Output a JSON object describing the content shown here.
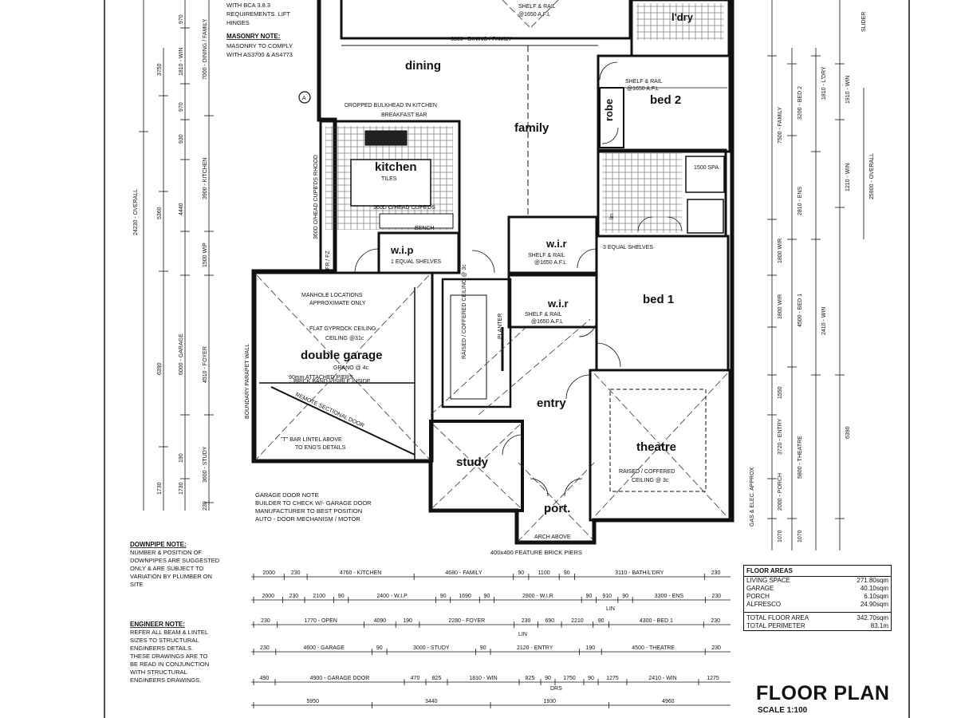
{
  "notes": {
    "top": [
      "WITH BCA 3.8.3",
      "REQUIREMENTS. LIFT",
      "HINGES"
    ],
    "masonry_title": "MASONRY NOTE:",
    "masonry": [
      "MASONRY TO COMPLY",
      "WITH AS3700 & AS4773"
    ],
    "downpipe_title": "DOWNPIPE NOTE:",
    "downpipe": [
      "NUMBER & POSITION OF",
      "DOWNPIPES ARE SUGGESTED",
      "ONLY & ARE SUBJECT TO",
      "VARIATION BY PLUMBER ON",
      "SITE"
    ],
    "engineer_title": "ENGINEER NOTE:",
    "engineer": [
      "REFER ALL BEAM & LINTEL",
      "SIZES TO STRUCTURAL",
      "ENGINEERS DETAILS.",
      "THESE DRAWINGS ARE TO",
      "BE READ IN CONJUNCTION",
      "WITH STRUCTURAL",
      "ENGINEERS DRAWINGS."
    ],
    "garage_door_title": "GARAGE DOOR NOTE",
    "garage_door": [
      "BUILDER TO CHECK W/- GARAGE DOOR",
      "MANUFACTURER TO BEST POSITION",
      "AUTO - DOOR MECHANISM / MOTOR"
    ],
    "piers": "400x400 FEATURE BRICK PIERS"
  },
  "rooms": {
    "dining": "dining",
    "family": "family",
    "kitchen": "kitchen",
    "wip": "w.i.p",
    "wip_sub": "1 EQUAL SHELVES",
    "double_garage": "double garage",
    "bed1": "bed 1",
    "bed2": "bed 2",
    "robe": "robe",
    "wir1": "w.i.r",
    "wir2": "w.i.r",
    "entry": "entry",
    "study": "study",
    "theatre": "theatre",
    "port": "port.",
    "ldry": "l'dry",
    "spa": "1500 SPA",
    "lin": "lin"
  },
  "labels": {
    "dining_family_dim": "6830 - DINING / FAMILY",
    "dropped_bulkhead": "DROPPED BULKHEAD IN KITCHEN",
    "breakfast_bar": "BREAKFAST BAR",
    "oh_cupbds_v": "360D O/HEAD CUPB'DS RHOOD",
    "oh_cupbds": "360D O/HEAD CUPB'DS",
    "tiles": "TILES",
    "bench": "BENCH",
    "fr": "FR / FZ",
    "manhole": [
      "MANHOLE LOCATIONS",
      "APPROXIMATE ONLY"
    ],
    "flat_ceiling": [
      "FLAT GYPROCK CEILING",
      "CEILING @31c"
    ],
    "grano": "GRANO @ 4c",
    "attached_piers": "90mm ATTACHED PIERS",
    "brick_band": "BRICK BAND VISIBLE INSIDE",
    "remote_door": "REMOTE SECTIONAL DOOR",
    "t_bar": [
      "\"T\" BAR LINTEL ABOVE",
      "TO ENG'S DETAILS"
    ],
    "boundary": "BOUNDARY PARAPET WALL",
    "shelf_rail": [
      "SHELF & RAIL",
      "@1650 A.F.L"
    ],
    "equal_shelves": "3 EQUAL SHELVES",
    "raised_ceiling": [
      "RAISED / COFFERED",
      "CEILING @ 3c"
    ],
    "raised_ceiling_v": "RAISED / COFFERED CEILING @ 3c",
    "planter": "PLANTER",
    "arch_above": "ARCH ABOVE",
    "slider": "SLIDER",
    "gas_elec": "GAS & ELEC. APPROX",
    "ab_marker": "A"
  },
  "dims_left": {
    "overall": "24230 - OVERALL",
    "segments": [
      "3750",
      "5360",
      "6390",
      "1730"
    ],
    "col2": [
      "970",
      "1810 - WIN",
      "970",
      "930",
      "4440",
      "6000 - GARAGE",
      "190",
      "1730"
    ],
    "col3": [
      "7000 - DINING / FAMILY",
      "3900 - KITCHEN",
      "1500 WIP",
      "4510 - FOYER",
      "3600 - STUDY",
      "230"
    ]
  },
  "dims_right": {
    "overall": "25900 - OVERALL",
    "col1": [
      "7500 - FAMILY",
      "1800 WIR",
      "1800 WIR",
      "1550",
      "3720 - ENTRY",
      "2000 - PORCH",
      "1070"
    ],
    "col2": [
      "3200 - BED 2",
      "2810 - ENS",
      "4500 - BED 1",
      "5800 - THEATRE",
      "1070"
    ],
    "col3": [
      "1810 - L'DRY",
      "1910 - WIN",
      "1210 - WIN",
      "2410 - WIN",
      "6390"
    ]
  },
  "dims_bottom": [
    [
      "2000",
      "230",
      "4760 - KITCHEN",
      "4680 - FAMILY",
      "90",
      "1100",
      "90",
      "3110 - BATH/L'DRY",
      "230"
    ],
    [
      "2000",
      "230",
      "2100",
      "90",
      "2400 - W.I.P",
      "90",
      "1690",
      "90",
      "2900 - W.I.R",
      "90",
      "910",
      "90",
      "3300 - ENS",
      "230"
    ],
    [
      "230",
      "1770 - OPEN",
      "4090",
      "190",
      "2280 - FOYER",
      "230",
      "690",
      "2210",
      "90",
      "4300 - BED 1",
      "230"
    ],
    [
      "230",
      "4600 - GARAGE",
      "90",
      "3000 - STUDY",
      "90",
      "2120 - ENTRY",
      "190",
      "4500 - THEATRE",
      "230"
    ],
    [
      "490",
      "4900 - GARAGE DOOR",
      "470",
      "825",
      "1810 - WIN",
      "825",
      "90",
      "1750",
      "90",
      "1275",
      "2410 - WIN",
      "1275"
    ],
    [
      "5950",
      "3440",
      "1930",
      "4960"
    ]
  ],
  "dims_bottom_extra": [
    "LIN",
    "LIN",
    "DRS"
  ],
  "floor_areas": {
    "title": "FLOOR AREAS",
    "rows": [
      {
        "label": "LIVING SPACE",
        "value": "271.80sqm"
      },
      {
        "label": "GARAGE",
        "value": "40.10sqm"
      },
      {
        "label": "PORCH",
        "value": "6.10sqm"
      },
      {
        "label": "ALFRESCO",
        "value": "24.90sqm"
      }
    ],
    "totals": [
      {
        "label": "TOTAL FLOOR AREA",
        "value": "342.70sqm"
      },
      {
        "label": "TOTAL PERIMETER",
        "value": "83.1m"
      }
    ]
  },
  "title": "FLOOR PLAN",
  "scale": "SCALE 1:100"
}
